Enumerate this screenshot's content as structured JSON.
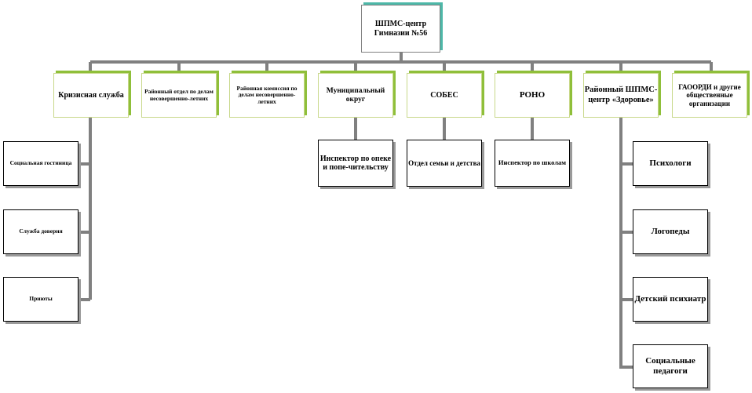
{
  "root": {
    "label": "ШПМС-центр Гимназии №56"
  },
  "branches": [
    {
      "id": "crisis",
      "label": "Кризисная служба"
    },
    {
      "id": "district-dept",
      "label": "Районный отдел по делам несовершенно-летних"
    },
    {
      "id": "district-commission",
      "label": "Районная комиссия по делам несовершенно-летних"
    },
    {
      "id": "municipal",
      "label": "Муниципальный округ"
    },
    {
      "id": "sobes",
      "label": "СОБЕС"
    },
    {
      "id": "rono",
      "label": "РОНО"
    },
    {
      "id": "health",
      "label": "Районный ШПМС-центр «Здоровье»"
    },
    {
      "id": "gaoordi",
      "label": "ГАООРДИ и другие общественные организации"
    }
  ],
  "crisis_children": [
    {
      "label": "Социальная гостиница"
    },
    {
      "label": "Служба доверия"
    },
    {
      "label": "Приюты"
    }
  ],
  "municipal_children": [
    {
      "label": "Инспектор по опеке и попе-чительству"
    }
  ],
  "sobes_children": [
    {
      "label": "Отдел семьи и детства"
    }
  ],
  "rono_children": [
    {
      "label": "Инспектор по школам"
    }
  ],
  "health_children": [
    {
      "label": "Психологи"
    },
    {
      "label": "Логопеды"
    },
    {
      "label": "Детский психиатр"
    },
    {
      "label": "Социальные педагоги"
    }
  ],
  "colors": {
    "connector": "#808080",
    "root_shadow": "#4db8a8",
    "branch_border": "#c8d88a",
    "branch_shadow": "#8fbf3a",
    "sub_shadow": "#9a9a9a"
  }
}
